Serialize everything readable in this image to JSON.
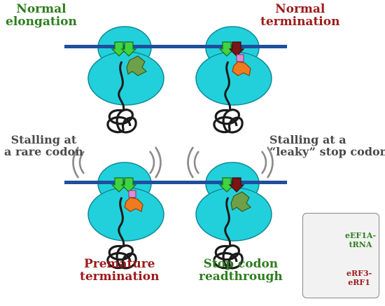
{
  "labels": {
    "normal_elongation": [
      "Normal",
      "elongation"
    ],
    "normal_termination": [
      "Normal",
      "termination"
    ],
    "stalling_rare": [
      "Stalling at",
      "a rare codon"
    ],
    "stalling_leaky": [
      "Stalling at a",
      "“leaky” stop codon"
    ],
    "premature_termination": [
      "Premature",
      "termination"
    ],
    "stop_readthrough": [
      "Stop codon",
      "readthrough"
    ]
  },
  "legend": {
    "items": [
      {
        "label": [
          "eEF1A-",
          "tRNA"
        ],
        "icon": "eef1a-trna-icon"
      },
      {
        "label": [
          "eRF3-",
          "eRF1"
        ],
        "icon": "erf3-erf1-icon"
      }
    ]
  },
  "colors": {
    "ribosome": "#22d0dc",
    "mrna": "#1f4e9e",
    "trna_green": "#3fd43f",
    "eef1a": "#6ea049",
    "erf3": "#f07b1e",
    "erf1": "#e08ad8",
    "peptide": "#1a1a1a",
    "label_green": "#2e7d1e",
    "label_red": "#9c1a1a",
    "label_gray": "#4a4a4a"
  }
}
